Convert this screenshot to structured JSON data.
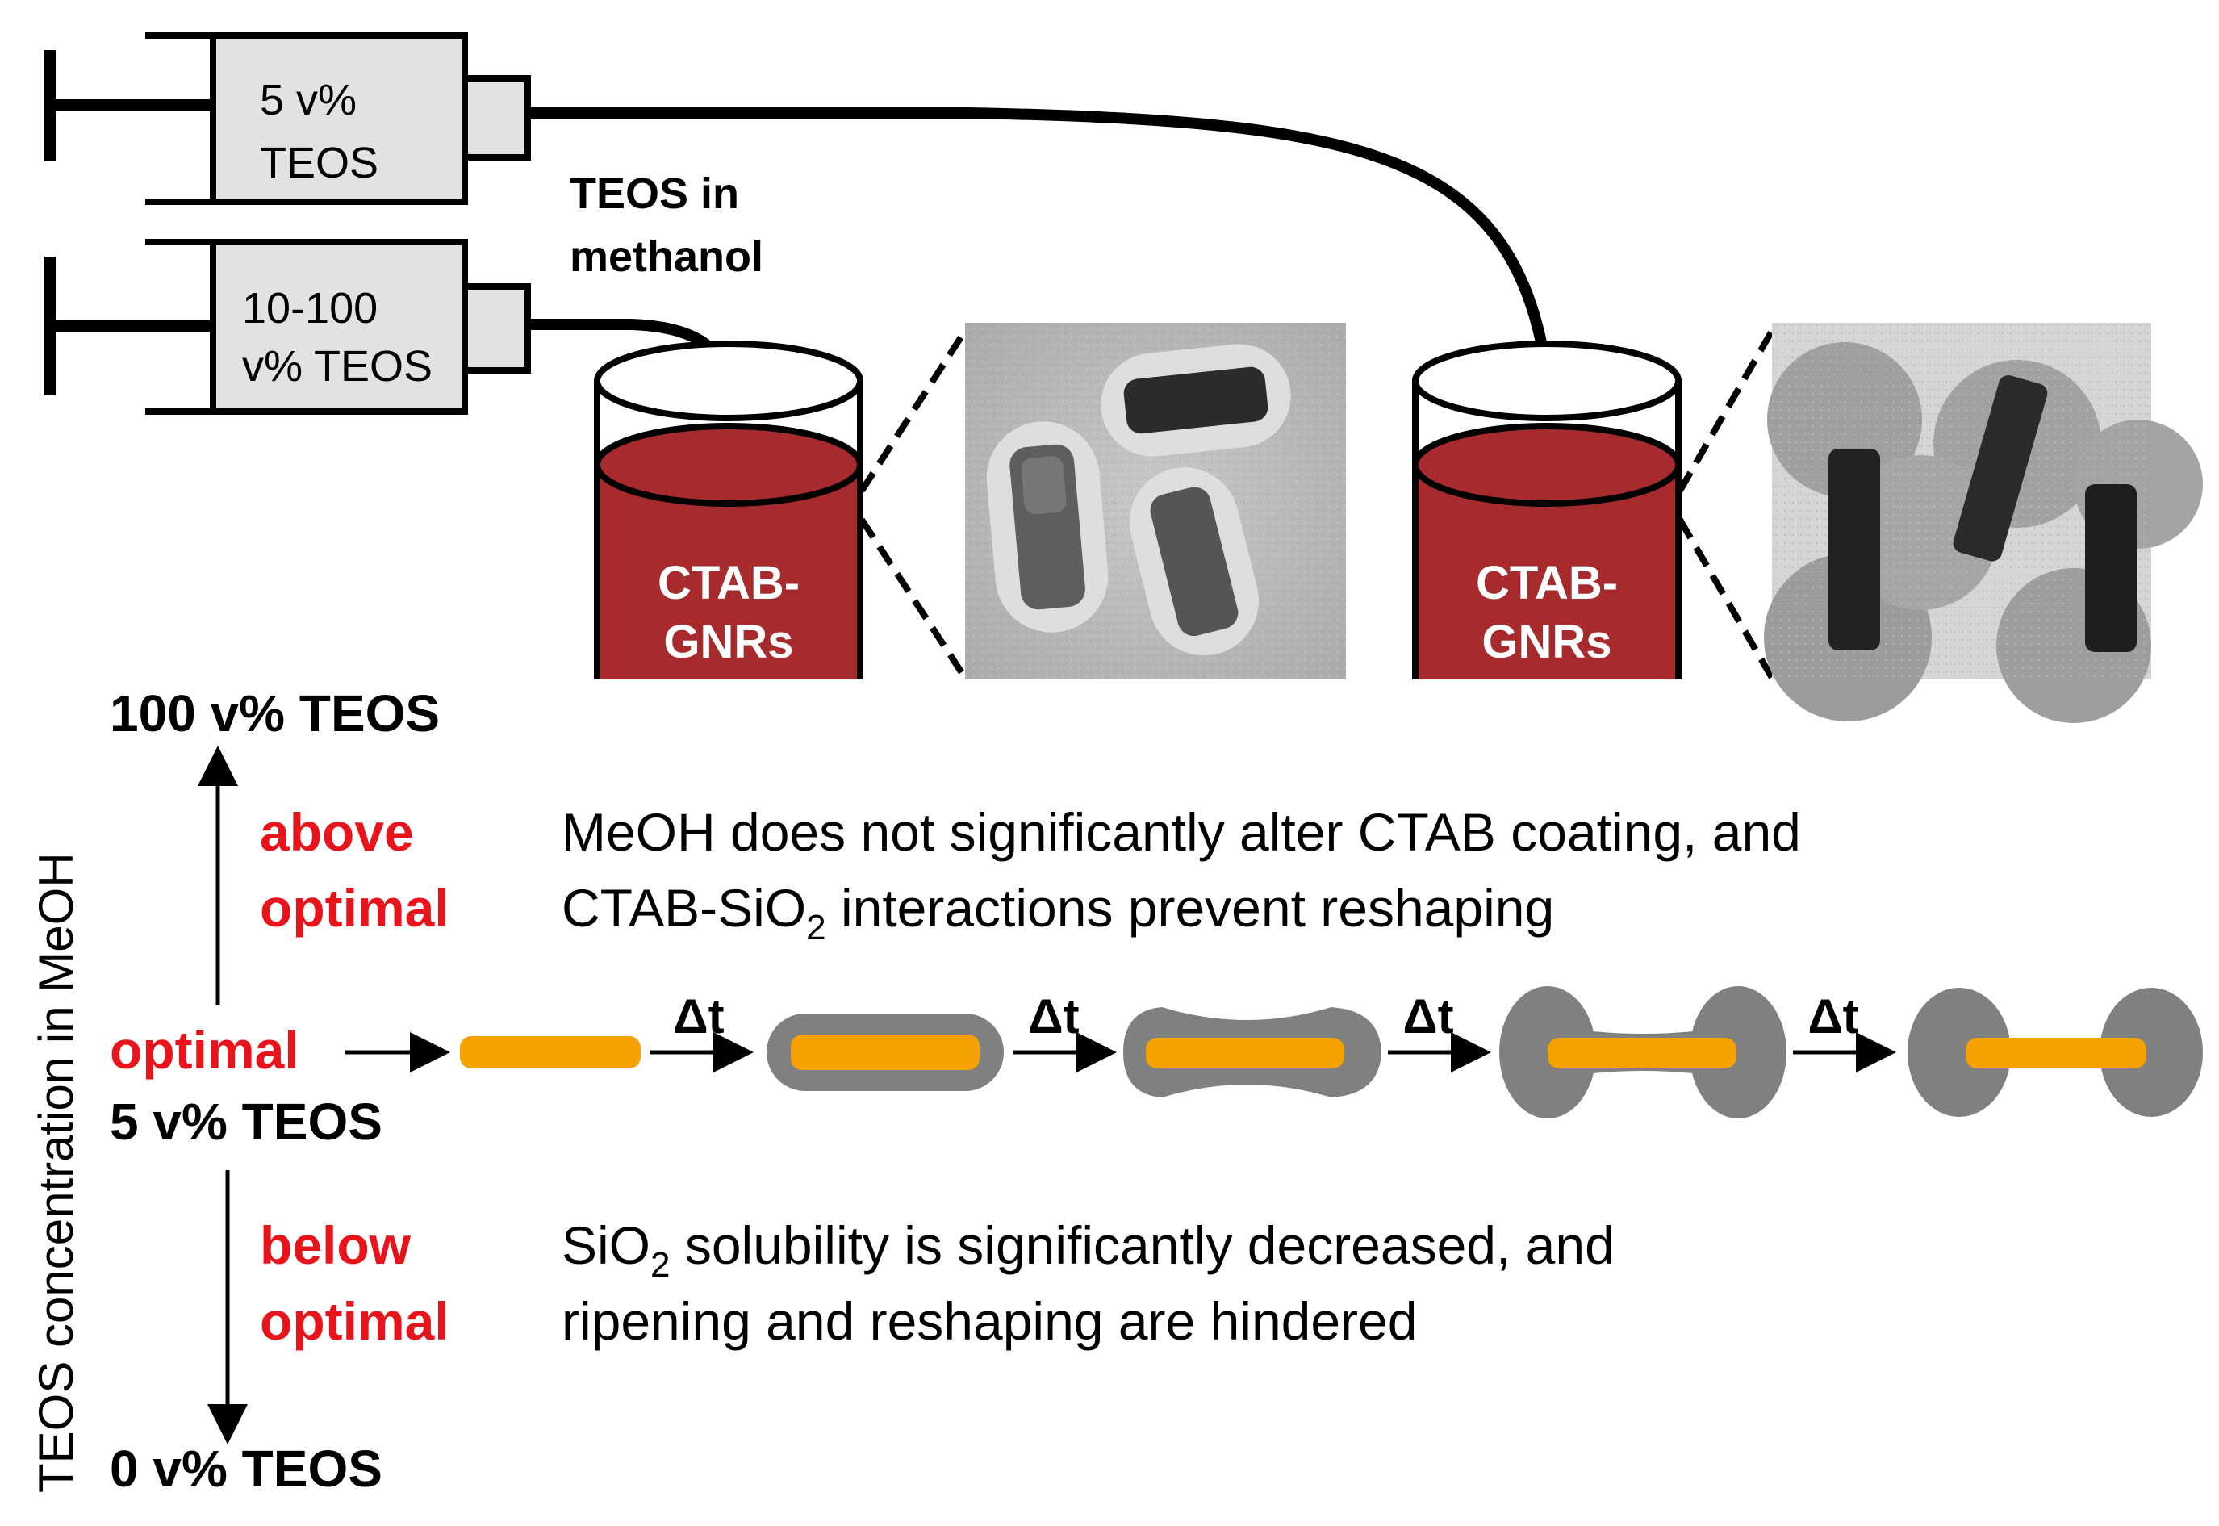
{
  "syringes": {
    "top": {
      "line1": "5 v%",
      "line2": "TEOS"
    },
    "bottom": {
      "line1": "10-100",
      "line2": "v% TEOS"
    },
    "caption_line1": "TEOS in",
    "caption_line2": "methanol"
  },
  "beakers": {
    "left": {
      "line1": "CTAB-",
      "line2": "GNRs"
    },
    "right": {
      "line1": "CTAB-",
      "line2": "GNRs"
    }
  },
  "axis": {
    "label": "TEOS concentration in MeOH",
    "top": "100 v% TEOS",
    "middle": "5 v% TEOS",
    "bottom": "0 v% TEOS"
  },
  "regions": {
    "above": {
      "line1": "above",
      "line2": "optimal",
      "desc_line1": "MeOH does not significantly alter CTAB coating, and",
      "desc_line2_pre": "CTAB-SiO",
      "desc_line2_sub": "2",
      "desc_line2_post": " interactions prevent reshaping"
    },
    "optimal": {
      "label": "optimal"
    },
    "below": {
      "line1": "below",
      "line2": "optimal",
      "desc_line1_pre": "SiO",
      "desc_line1_sub": "2",
      "desc_line1_post": " solubility is significantly decreased, and",
      "desc_line2": "ripening and reshaping are hindered"
    }
  },
  "time_step": "Δt",
  "colors": {
    "red_accent": "#e8141b",
    "beaker_fill": "#a72b2d",
    "gold": "#f5a100",
    "silica": "#808080",
    "syringe_fill": "#e2e2e2"
  }
}
